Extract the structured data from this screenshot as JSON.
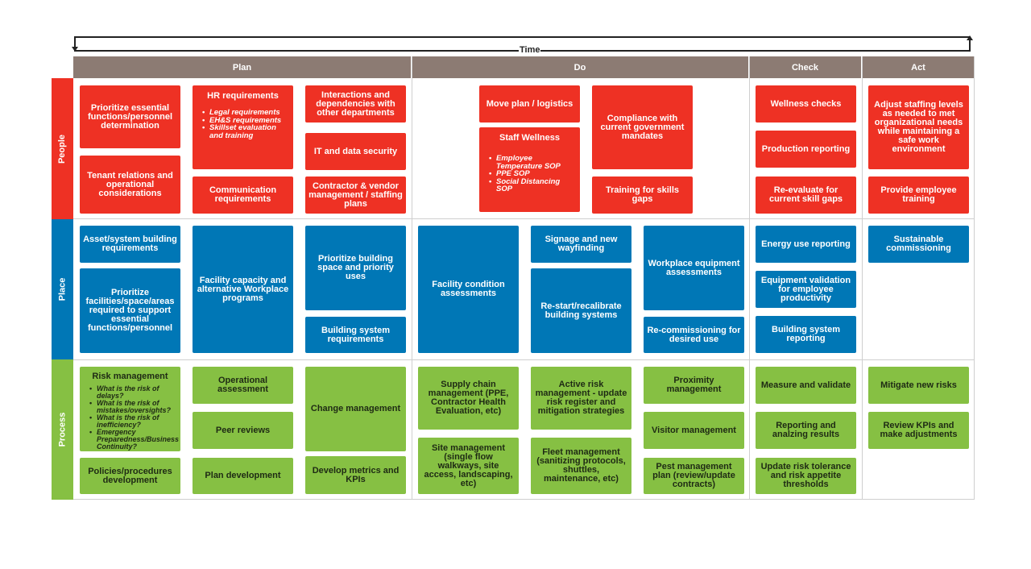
{
  "timeline": {
    "label": "Time"
  },
  "phases": [
    {
      "id": "plan",
      "label": "Plan"
    },
    {
      "id": "do",
      "label": "Do"
    },
    {
      "id": "check",
      "label": "Check"
    },
    {
      "id": "act",
      "label": "Act"
    }
  ],
  "rows": [
    {
      "id": "people",
      "label": "People"
    },
    {
      "id": "place",
      "label": "Place"
    },
    {
      "id": "process",
      "label": "Process"
    }
  ],
  "colors": {
    "people": "#ee3124",
    "place": "#0077b6",
    "process": "#86c043",
    "header": "#8c7b73"
  },
  "boxes": {
    "b01": {
      "text": "Prioritize essential functions/personnel determination"
    },
    "b02": {
      "text": "Tenant relations and operational considerations"
    },
    "b03": {
      "title": "HR requirements",
      "items": [
        "Legal requirements",
        "EH&S requirements",
        "Skillset evaluation and training"
      ]
    },
    "b04": {
      "text": "Communication requirements"
    },
    "b05": {
      "text": "Interactions and dependencies with other departments"
    },
    "b06": {
      "text": "IT and data security"
    },
    "b07": {
      "text": "Contractor & vendor management / staffing plans"
    },
    "b08": {
      "text": "Move plan / logistics"
    },
    "b09": {
      "title": "Staff Wellness",
      "items": [
        "Employee Temperature SOP",
        "PPE SOP",
        "Social Distancing SOP"
      ]
    },
    "b10": {
      "text": "Compliance with current government mandates"
    },
    "b11": {
      "text": "Training for skills gaps"
    },
    "b12": {
      "text": "Wellness checks"
    },
    "b13": {
      "text": "Production reporting"
    },
    "b14": {
      "text": "Re-evaluate for current skill gaps"
    },
    "b15": {
      "text": "Adjust staffing levels as needed to met organizational needs while maintaining a safe work environment"
    },
    "b16": {
      "text": "Provide employee training"
    },
    "b17": {
      "text": "Asset/system building requirements"
    },
    "b18": {
      "text": "Prioritize facilities/space/areas required to support essential functions/personnel"
    },
    "b19": {
      "text": "Facility capacity and alternative Workplace programs"
    },
    "b20": {
      "text": "Prioritize building space and priority uses"
    },
    "b21": {
      "text": "Building system requirements"
    },
    "b22": {
      "text": "Facility condition assessments"
    },
    "b23": {
      "text": "Signage and new wayfinding"
    },
    "b24": {
      "text": "Re-start/recalibrate building systems"
    },
    "b25": {
      "text": "Workplace equipment assessments"
    },
    "b26": {
      "text": "Re-commissioning for desired use"
    },
    "b27": {
      "text": "Energy use reporting"
    },
    "b28": {
      "text": "Equipment validation for employee productivity"
    },
    "b29": {
      "text": "Building system reporting"
    },
    "b30": {
      "text": "Sustainable commissioning"
    },
    "b31": {
      "title": "Risk management",
      "items": [
        "What is the risk of delays?",
        "What is the risk of mistakes/oversights?",
        "What is the risk of inefficiency?",
        "Emergency Preparedness/Business Continuity?"
      ]
    },
    "b32": {
      "text": "Policies/procedures development"
    },
    "b33": {
      "text": "Operational assessment"
    },
    "b34": {
      "text": "Peer reviews"
    },
    "b35": {
      "text": "Plan development"
    },
    "b36": {
      "text": "Change management"
    },
    "b37": {
      "text": "Develop metrics and KPIs"
    },
    "b38": {
      "text": "Supply chain management (PPE, Contractor Health Evaluation, etc)"
    },
    "b39": {
      "text": "Site management (single flow walkways, site access, landscaping, etc)"
    },
    "b40": {
      "text": "Active risk management - update risk register and mitigation strategies"
    },
    "b41": {
      "text": "Fleet management (sanitizing protocols, shuttles, maintenance, etc)"
    },
    "b42": {
      "text": "Proximity management"
    },
    "b43": {
      "text": "Visitor management"
    },
    "b44": {
      "text": "Pest management plan (review/update contracts)"
    },
    "b45": {
      "text": "Measure and validate"
    },
    "b46": {
      "text": "Reporting and analzing results"
    },
    "b47": {
      "text": "Update risk tolerance and risk appetite thresholds"
    },
    "b48": {
      "text": "Mitigate new risks"
    },
    "b49": {
      "text": "Review KPIs and make adjustments"
    }
  }
}
